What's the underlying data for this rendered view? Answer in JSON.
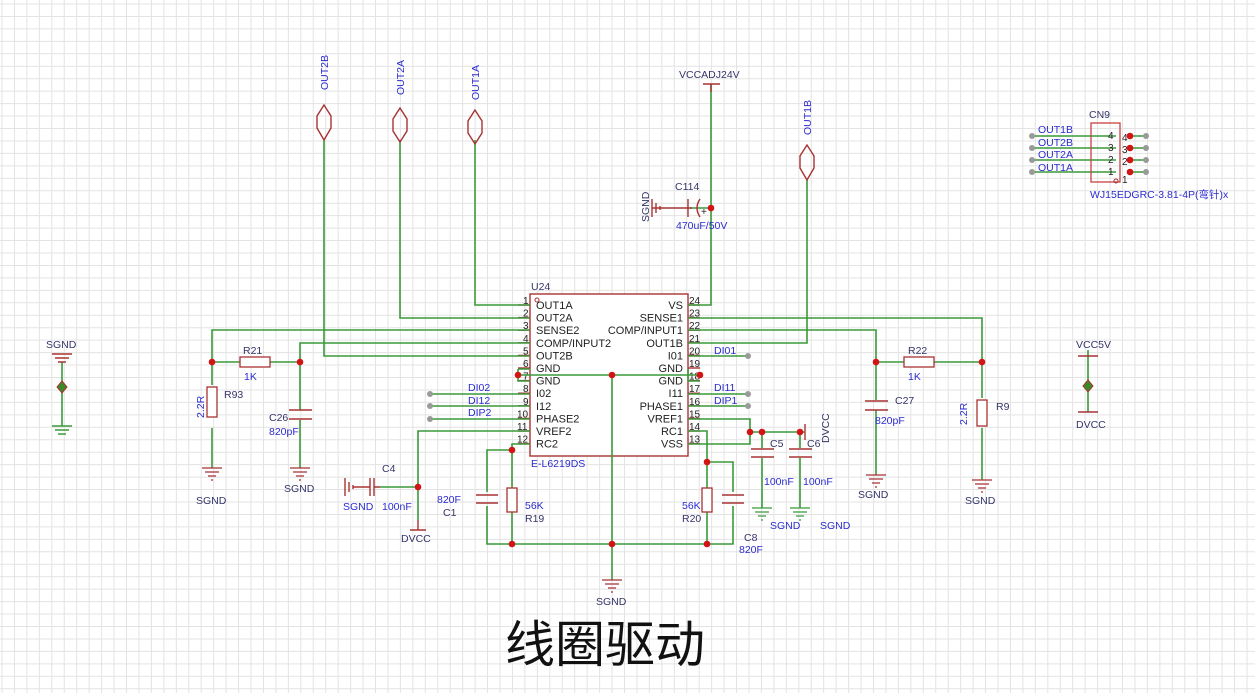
{
  "title": "线圈驱动",
  "ic": {
    "designator": "U24",
    "part": "E-L6219DS",
    "left_pins": [
      {
        "num": "1",
        "name": "OUT1A"
      },
      {
        "num": "2",
        "name": "OUT2A"
      },
      {
        "num": "3",
        "name": "SENSE2"
      },
      {
        "num": "4",
        "name": "COMP/INPUT2"
      },
      {
        "num": "5",
        "name": "OUT2B"
      },
      {
        "num": "6",
        "name": "GND"
      },
      {
        "num": "7",
        "name": "GND"
      },
      {
        "num": "8",
        "name": "I02"
      },
      {
        "num": "9",
        "name": "I12"
      },
      {
        "num": "10",
        "name": "PHASE2"
      },
      {
        "num": "11",
        "name": "VREF2"
      },
      {
        "num": "12",
        "name": "RC2"
      }
    ],
    "right_pins": [
      {
        "num": "24",
        "name": "VS"
      },
      {
        "num": "23",
        "name": "SENSE1"
      },
      {
        "num": "22",
        "name": "COMP/INPUT1"
      },
      {
        "num": "21",
        "name": "OUT1B"
      },
      {
        "num": "20",
        "name": "I01"
      },
      {
        "num": "19",
        "name": "GND"
      },
      {
        "num": "18",
        "name": "GND"
      },
      {
        "num": "17",
        "name": "I11"
      },
      {
        "num": "16",
        "name": "PHASE1"
      },
      {
        "num": "15",
        "name": "VREF1"
      },
      {
        "num": "14",
        "name": "RC1"
      },
      {
        "num": "13",
        "name": "VSS"
      }
    ]
  },
  "net_ports": {
    "out2b": "OUT2B",
    "out2a": "OUT2A",
    "out1a": "OUT1A",
    "out1b": "OUT1B"
  },
  "net_labels": {
    "di02": "DI02",
    "di12": "DI12",
    "dip2": "DIP2",
    "di01": "DI01",
    "di11": "DI11",
    "dip1": "DIP1"
  },
  "power": {
    "vccadj": "VCCADJ24V",
    "sgnd": "SGND",
    "dvcc": "DVCC",
    "vcc5v": "VCC5V"
  },
  "components": {
    "c114": {
      "ref": "C114",
      "value": "470uF/50V"
    },
    "r21": {
      "ref": "R21",
      "value": "1K"
    },
    "r93": {
      "ref": "R93",
      "value": "2.2R"
    },
    "c26": {
      "ref": "C26",
      "value": "820pF"
    },
    "r22": {
      "ref": "R22",
      "value": "1K"
    },
    "r9": {
      "ref": "R9",
      "value": "2.2R"
    },
    "c27": {
      "ref": "C27",
      "value": "820pF"
    },
    "c4": {
      "ref": "C4",
      "value": "100nF"
    },
    "c1": {
      "ref": "C1",
      "value": "820F"
    },
    "r19": {
      "ref": "R19",
      "value": "56K"
    },
    "r20": {
      "ref": "R20",
      "value": "56K"
    },
    "c8": {
      "ref": "C8",
      "value": "820F"
    },
    "c5": {
      "ref": "C5",
      "value": "100nF"
    },
    "c6": {
      "ref": "C6",
      "value": "100nF"
    }
  },
  "connector": {
    "ref": "CN9",
    "part": "WJ15EDGRC-3.81-4P(弯针)x",
    "nets": [
      "OUT1B",
      "OUT2B",
      "OUT2A",
      "OUT1A"
    ],
    "pins": [
      "4",
      "3",
      "2",
      "1"
    ]
  }
}
